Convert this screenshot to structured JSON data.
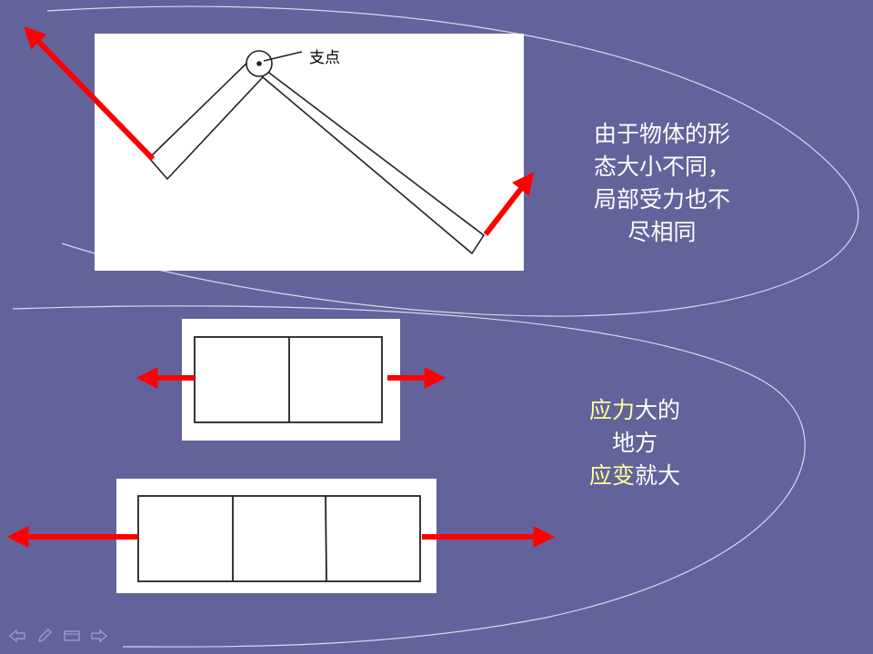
{
  "figure_top": {
    "fulcrum_label": "支点"
  },
  "note_top": {
    "lines": [
      "由于物体的形",
      "态大小不同，",
      "局部受力也不",
      "尽相同"
    ]
  },
  "note_bottom": {
    "line1_highlight": "应力",
    "line1_rest": "大的",
    "line2": "地方",
    "line3_highlight": "应变",
    "line3_rest": "就大"
  },
  "colors": {
    "background": "#63639b",
    "arrow": "#ff0000",
    "highlight_text": "#ffff99",
    "text": "#ffffff"
  },
  "nav": {
    "prev_icon": "arrow-left-icon",
    "pen_icon": "pen-icon",
    "menu_icon": "screen-icon",
    "next_icon": "arrow-right-icon"
  }
}
